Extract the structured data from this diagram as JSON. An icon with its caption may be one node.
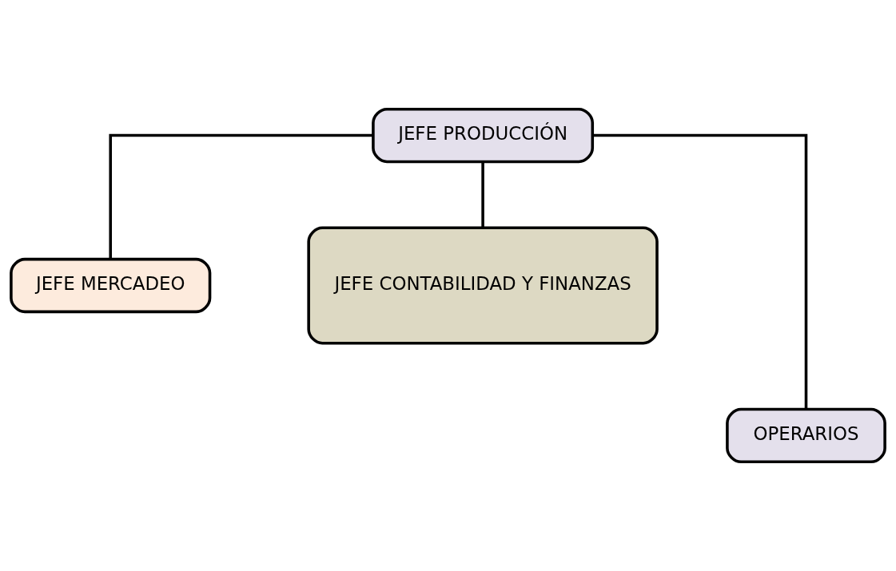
{
  "diagram": {
    "nodes": [
      {
        "text": [
          "JEFE PRODUCCIÓN"
        ]
      },
      {
        "text": [
          "JEFE MERCADEO"
        ]
      },
      {
        "text": [
          "JEFE CONTABILIDAD Y FINANZAS"
        ]
      },
      {
        "text": [
          "OPERARIOS"
        ]
      }
    ],
    "edges": [
      {
        "from": 0,
        "to": 1,
        "arrow": "none"
      },
      {
        "from": 0,
        "to": 2,
        "arrow": "none"
      },
      {
        "from": 0,
        "to": 3,
        "arrow": "none"
      }
    ]
  }
}
